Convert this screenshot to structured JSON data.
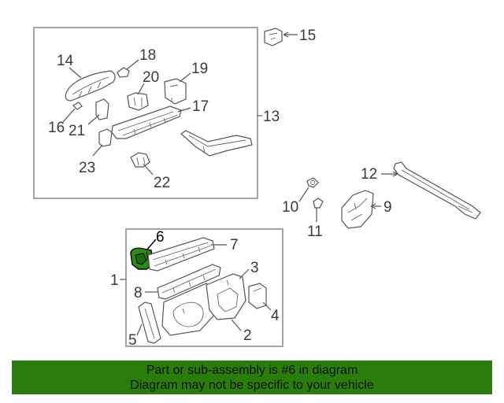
{
  "diagram": {
    "highlight_color": "#2e8b16",
    "callouts": {
      "c1": "1",
      "c2": "2",
      "c3": "3",
      "c4": "4",
      "c5": "5",
      "c6": "6",
      "c7": "7",
      "c8": "8",
      "c9": "9",
      "c10": "10",
      "c11": "11",
      "c12": "12",
      "c13": "13",
      "c14": "14",
      "c15": "15",
      "c16": "16",
      "c17": "17",
      "c18": "18",
      "c19": "19",
      "c20": "20",
      "c21": "21",
      "c22": "22",
      "c23": "23"
    }
  },
  "banner": {
    "background": "#2a7d0b",
    "line1": "Part or sub-assembly is #6 in diagram",
    "line2": "Diagram may not be specific to your vehicle"
  }
}
